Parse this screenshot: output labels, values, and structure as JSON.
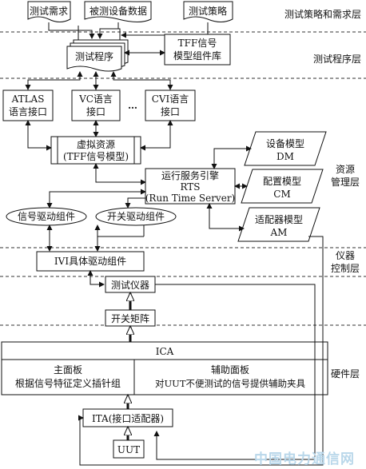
{
  "layers": {
    "strategy": "测试策略和需求层",
    "program": "测试程序层",
    "resource": [
      "资源",
      "管理层"
    ],
    "instrument": [
      "仪器",
      "控制层"
    ],
    "hardware": "硬件层"
  },
  "docs": {
    "requirements": "测试需求",
    "dut_data": "被测设备数据",
    "strategy": "测试策略"
  },
  "program": {
    "test_program": "测试程序",
    "tff_library": [
      "TFF信号",
      "模型组件库"
    ]
  },
  "interfaces": {
    "atlas": [
      "ATLAS",
      "语言接口"
    ],
    "vc": [
      "VC语言",
      "接口"
    ],
    "ellipsis": "…",
    "cvi": [
      "CVI语言",
      "接口"
    ]
  },
  "resources": {
    "virtual": [
      "虚拟资源",
      "(TFF信号模型)"
    ],
    "rts": [
      "运行服务引擎",
      "RTS",
      "(Run Time Server)"
    ],
    "device_model": [
      "设备模型",
      "DM"
    ],
    "config_model": [
      "配置模型",
      "CM"
    ],
    "adapter_model": [
      "适配器模型",
      "AM"
    ],
    "signal_driver": "信号驱动组件",
    "switch_driver": "开关驱动组件"
  },
  "instrument": {
    "ivi": "IVI具体驱动组件",
    "test_instrument": "测试仪器",
    "switch_matrix": "开关矩阵"
  },
  "hardware": {
    "ica": "ICA",
    "main_panel": [
      "主面板",
      "根据信号特征定义插针组"
    ],
    "aux_panel": [
      "辅助面板",
      "对UUT不便测试的信号提供辅助夹具"
    ],
    "ita": "ITA(接口适配器)",
    "uut": "UUT"
  },
  "watermark": "中国电力通信网"
}
